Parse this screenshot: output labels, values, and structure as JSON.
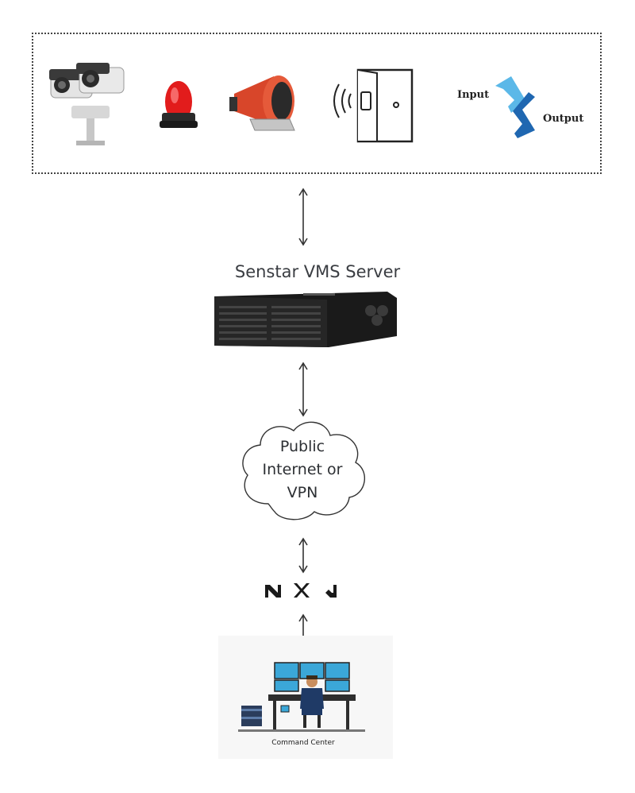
{
  "devices": {
    "items": [
      "camera-icon",
      "beacon-light-icon",
      "siren-icon",
      "door-access-icon",
      "input-output-icon"
    ],
    "io": {
      "input_label": "Input",
      "output_label": "Output"
    }
  },
  "server": {
    "title": "Senstar VMS Server"
  },
  "cloud": {
    "lines": [
      "Public",
      "Internet or",
      "VPN"
    ]
  },
  "nx": {
    "logo_text": "NX"
  },
  "command_center": {
    "label": "Command Center"
  },
  "colors": {
    "io_light_blue": "#5bb8e8",
    "io_dark_blue": "#1f67b1",
    "beacon_red": "#e21c1c",
    "siren_red": "#d8462a"
  }
}
